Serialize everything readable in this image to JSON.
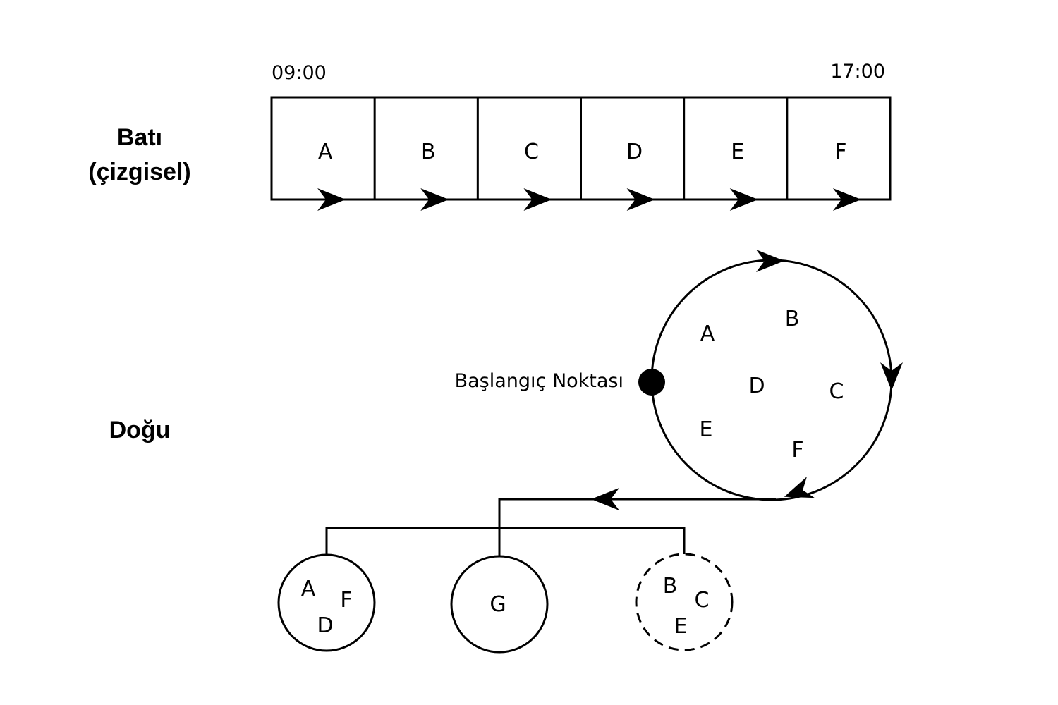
{
  "labels": {
    "west_line1": "Batı",
    "west_line2": "(çizgisel)",
    "east": "Doğu",
    "start_time": "09:00",
    "end_time": "17:00",
    "start_point": "Başlangıç Noktası"
  },
  "linear_tasks": [
    "A",
    "B",
    "C",
    "D",
    "E",
    "F"
  ],
  "cycle_tasks": [
    "A",
    "B",
    "C",
    "D",
    "E",
    "F"
  ],
  "groups": [
    {
      "letters": [
        "A",
        "F",
        "D"
      ],
      "style": "solid"
    },
    {
      "letters": [
        "G"
      ],
      "style": "solid"
    },
    {
      "letters": [
        "B",
        "C",
        "E"
      ],
      "style": "dashed"
    }
  ]
}
